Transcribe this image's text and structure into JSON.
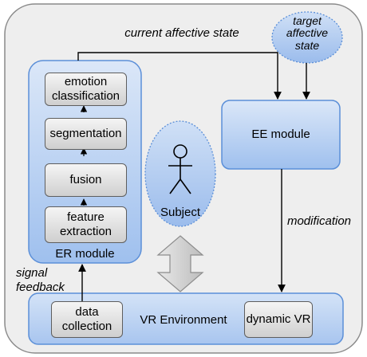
{
  "labels": {
    "current_state": "current affective state",
    "target_state": "target affective state",
    "er_stages": [
      "emotion classification",
      "segmentation",
      "fusion",
      "feature extraction"
    ],
    "er_module": "ER module",
    "ee_module": "EE module",
    "subject": "Subject",
    "modification": "modification",
    "signal_feedback": "signal feedback",
    "data_collection": "data collection",
    "vr_environment": "VR Environment",
    "dynamic_vr": "dynamic VR"
  },
  "colors": {
    "module_fill": "#c6d9f4",
    "module_border": "#5b8fd8",
    "background_fill": "#eeeeee",
    "arrow": "#000000"
  },
  "icons": [
    "stick-figure-icon",
    "double-arrow-icon"
  ]
}
